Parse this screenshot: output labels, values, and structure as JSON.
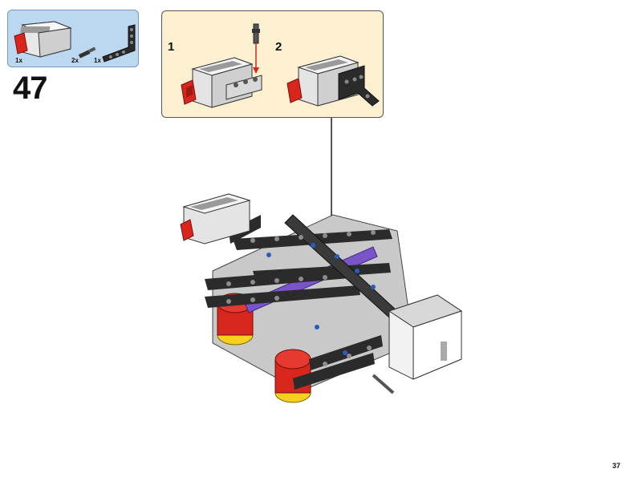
{
  "parts_list": {
    "items": [
      {
        "name": "large-motor",
        "qty": "1x"
      },
      {
        "name": "axle-pin",
        "qty": "2x"
      },
      {
        "name": "bent-beam",
        "qty": "1x"
      }
    ]
  },
  "step": {
    "number": "47"
  },
  "callout": {
    "substeps": [
      {
        "label": "1"
      },
      {
        "label": "2"
      }
    ]
  },
  "page": {
    "number": "37"
  },
  "colors": {
    "parts_bg": "#bcd8f0",
    "callout_bg": "#fdf0d0",
    "motor_red": "#d9261c",
    "beam_black": "#2b2b2b",
    "accent_purple": "#7a55c9",
    "blue_pin": "#2a5dc0",
    "tire_yellow": "#f5d020"
  }
}
